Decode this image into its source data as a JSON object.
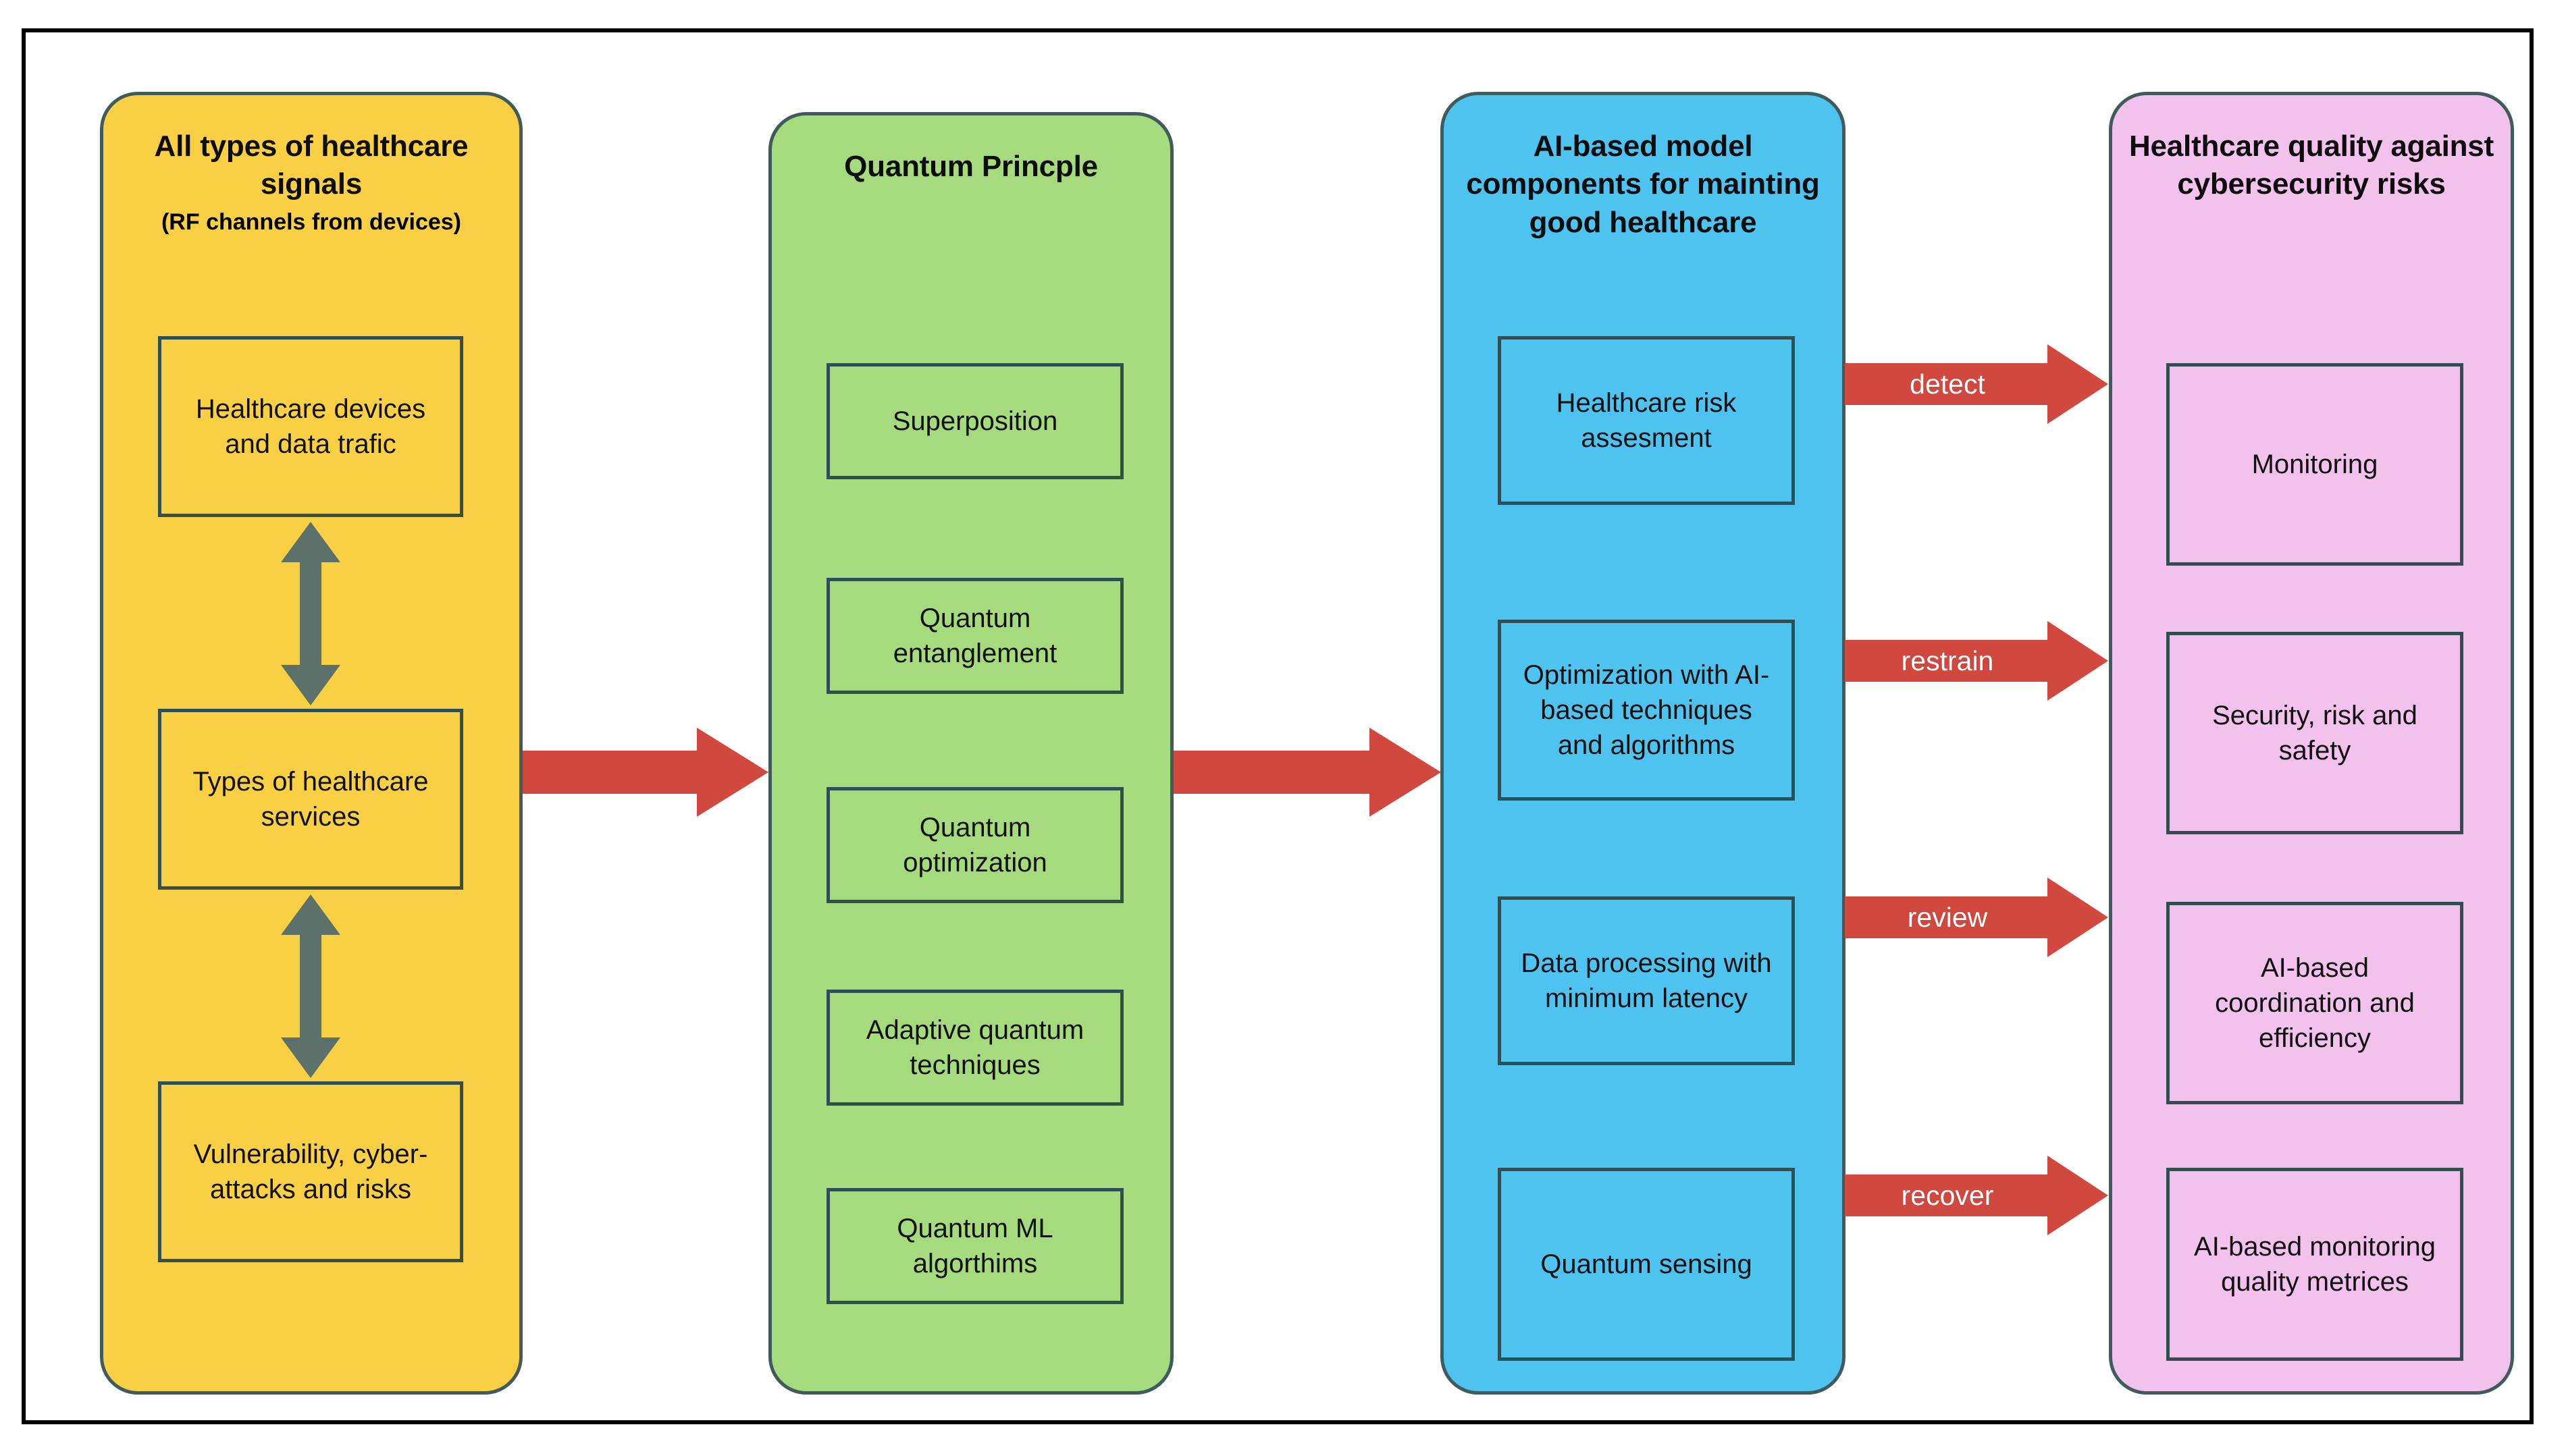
{
  "diagram": {
    "colors": {
      "signals_bg": "#F9CF44",
      "quantum_bg": "#A5DB7C",
      "ai_bg": "#4FC3F0",
      "quality_bg": "#F2C2EC",
      "arrow_red": "#D1483F",
      "arrow_gray": "#5d716b",
      "box_border": "#2f4f52",
      "frame": "#000000"
    },
    "columns": [
      {
        "id": "signals",
        "title": "All types of healthcare signals",
        "subtitle": "(RF channels from devices)",
        "items": [
          {
            "label": "Healthcare devices and data trafic"
          },
          {
            "label": "Types of healthcare services"
          },
          {
            "label": "Vulnerability, cyber-attacks and risks"
          }
        ]
      },
      {
        "id": "quantum",
        "title": "Quantum Princple",
        "subtitle": "",
        "items": [
          {
            "label": "Superposition"
          },
          {
            "label": "Quantum entanglement"
          },
          {
            "label": "Quantum optimization"
          },
          {
            "label": "Adaptive quantum techniques"
          },
          {
            "label": "Quantum ML algorthims"
          }
        ]
      },
      {
        "id": "ai",
        "title": "AI-based model components for mainting good healthcare",
        "subtitle": "",
        "items": [
          {
            "label": "Healthcare risk assesment"
          },
          {
            "label": "Optimization with AI-based techniques and algorithms"
          },
          {
            "label": "Data processing with minimum latency"
          },
          {
            "label": "Quantum sensing"
          }
        ]
      },
      {
        "id": "quality",
        "title": "Healthcare quality against cybersecurity risks",
        "subtitle": "",
        "items": [
          {
            "label": "Monitoring"
          },
          {
            "label": "Security, risk and safety"
          },
          {
            "label": "AI-based coordination and efficiency"
          },
          {
            "label": "AI-based monitoring quality metrices"
          }
        ]
      }
    ],
    "stage_arrows": [
      {
        "from": "signals",
        "to": "quantum",
        "label": ""
      },
      {
        "from": "quantum",
        "to": "ai",
        "label": ""
      }
    ],
    "link_arrows": [
      {
        "from": "Healthcare risk assesment",
        "to": "Monitoring",
        "label": "detect"
      },
      {
        "from": "Optimization with AI-based techniques and algorithms",
        "to": "Security, risk and safety",
        "label": "restrain"
      },
      {
        "from": "Data processing with minimum latency",
        "to": "AI-based coordination and efficiency",
        "label": "review"
      },
      {
        "from": "Quantum sensing",
        "to": "AI-based monitoring quality metrices",
        "label": "recover"
      }
    ],
    "internal_arrows": [
      {
        "between": [
          "Healthcare devices and data trafic",
          "Types of healthcare services"
        ],
        "style": "double-headed"
      },
      {
        "between": [
          "Types of healthcare services",
          "Vulnerability, cyber-attacks and risks"
        ],
        "style": "double-headed"
      }
    ]
  }
}
